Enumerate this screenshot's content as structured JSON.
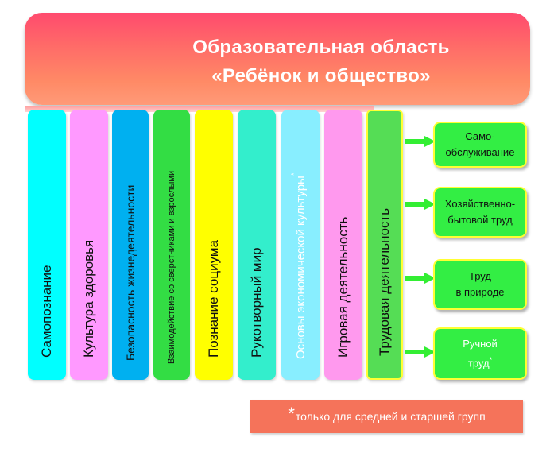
{
  "header": {
    "line1": "Образовательная  область",
    "line2": "«Ребёнок и общество»"
  },
  "columns": [
    {
      "label": "Самопознание",
      "color": "#00ffff"
    },
    {
      "label": "Культура здоровья",
      "color": "#ff99ff"
    },
    {
      "label": "Безопасность  жизнедеятельности",
      "color": "#00b0f0"
    },
    {
      "label": "Взаимодействие со сверстниками и взрослыми",
      "color": "#33dd44"
    },
    {
      "label": "Познание социума",
      "color": "#ffff00"
    },
    {
      "label": "Рукотворный мир",
      "color": "#33eecc"
    },
    {
      "label": "Основы экономической культуры",
      "star": "*",
      "color": "#88eeff"
    },
    {
      "label": "Игровая деятельность",
      "color": "#ff99ee"
    },
    {
      "label": "Трудовая деятельность",
      "color": "#55dd55"
    }
  ],
  "subtopics": [
    {
      "line1": "Само-",
      "line2": "обслуживание"
    },
    {
      "line1": "Хозяйственно-",
      "line2": "бытовой труд"
    },
    {
      "line1": "Труд",
      "line2": "в природе"
    },
    {
      "line1": "Ручной",
      "line2": "труд",
      "star": "*"
    }
  ],
  "footnote": {
    "star": "*",
    "text": "только для средней  и старшей  групп"
  }
}
